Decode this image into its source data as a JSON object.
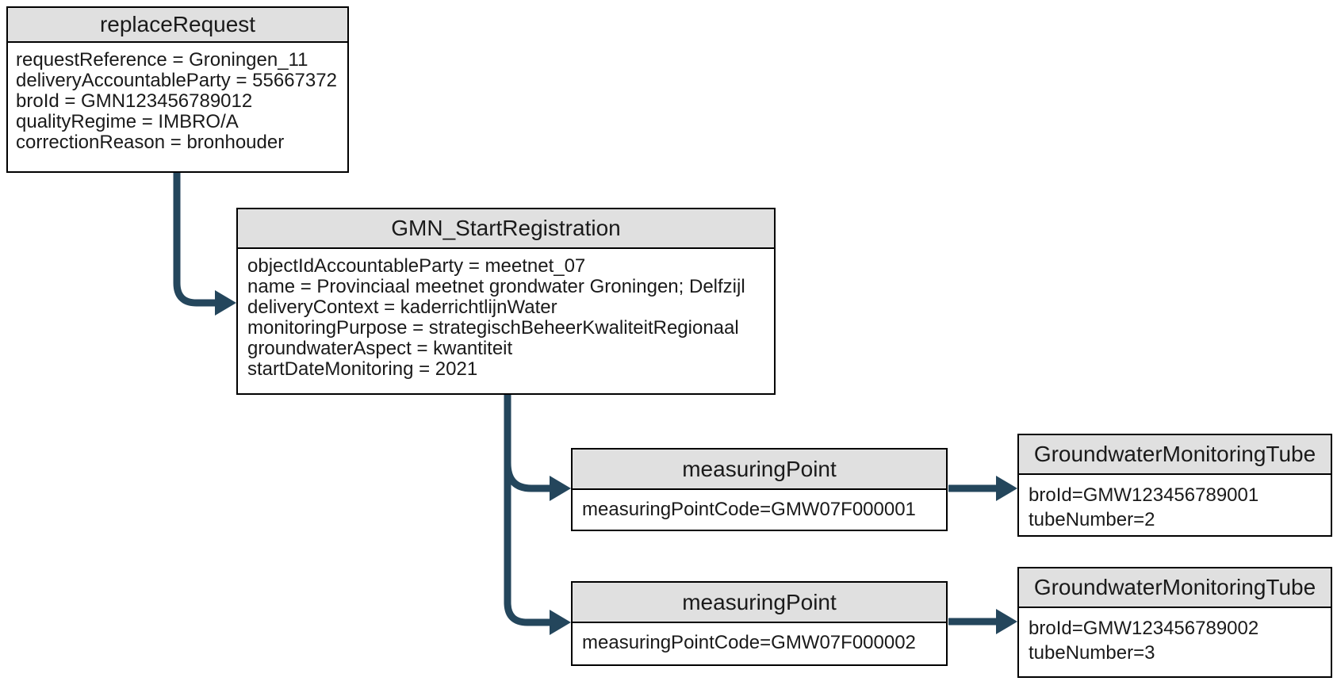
{
  "colors": {
    "arrow": "#24465C",
    "header_fill": "#E0E0E0",
    "body_fill": "#FFFFFF",
    "border": "#000000",
    "text": "#1A1A1A",
    "background": "#FFFFFF"
  },
  "diagram": {
    "nodes": {
      "replace_request": {
        "title": "replaceRequest",
        "attributes": [
          "requestReference = Groningen_11",
          "deliveryAccountableParty = 55667372",
          "broId = GMN123456789012",
          "qualityRegime = IMBRO/A",
          "correctionReason = bronhouder"
        ]
      },
      "gmn_start_registration": {
        "title": "GMN_StartRegistration",
        "attributes": [
          "objectIdAccountableParty = meetnet_07",
          "name = Provinciaal meetnet grondwater Groningen; Delfzijl",
          "deliveryContext = kaderrichtlijnWater",
          "monitoringPurpose = strategischBeheerKwaliteitRegionaal",
          "groundwaterAspect = kwantiteit",
          "startDateMonitoring = 2021"
        ]
      },
      "measuring_point_1": {
        "title": "measuringPoint",
        "attributes": [
          "measuringPointCode=GMW07F000001"
        ]
      },
      "groundwater_monitoring_tube_1": {
        "title": "GroundwaterMonitoringTube",
        "attributes": [
          "broId=GMW123456789001",
          "tubeNumber=2"
        ]
      },
      "measuring_point_2": {
        "title": "measuringPoint",
        "attributes": [
          "measuringPointCode=GMW07F000002"
        ]
      },
      "groundwater_monitoring_tube_2": {
        "title": "GroundwaterMonitoringTube",
        "attributes": [
          "broId=GMW123456789002",
          "tubeNumber=3"
        ]
      }
    },
    "edges": [
      {
        "from": "replaceRequest",
        "to": "GMN_StartRegistration"
      },
      {
        "from": "GMN_StartRegistration",
        "to": "measuringPoint (GMW07F000001)"
      },
      {
        "from": "GMN_StartRegistration",
        "to": "measuringPoint (GMW07F000002)"
      },
      {
        "from": "measuringPoint (GMW07F000001)",
        "to": "GroundwaterMonitoringTube (GMW123456789001)"
      },
      {
        "from": "measuringPoint (GMW07F000002)",
        "to": "GroundwaterMonitoringTube (GMW123456789002)"
      }
    ]
  }
}
